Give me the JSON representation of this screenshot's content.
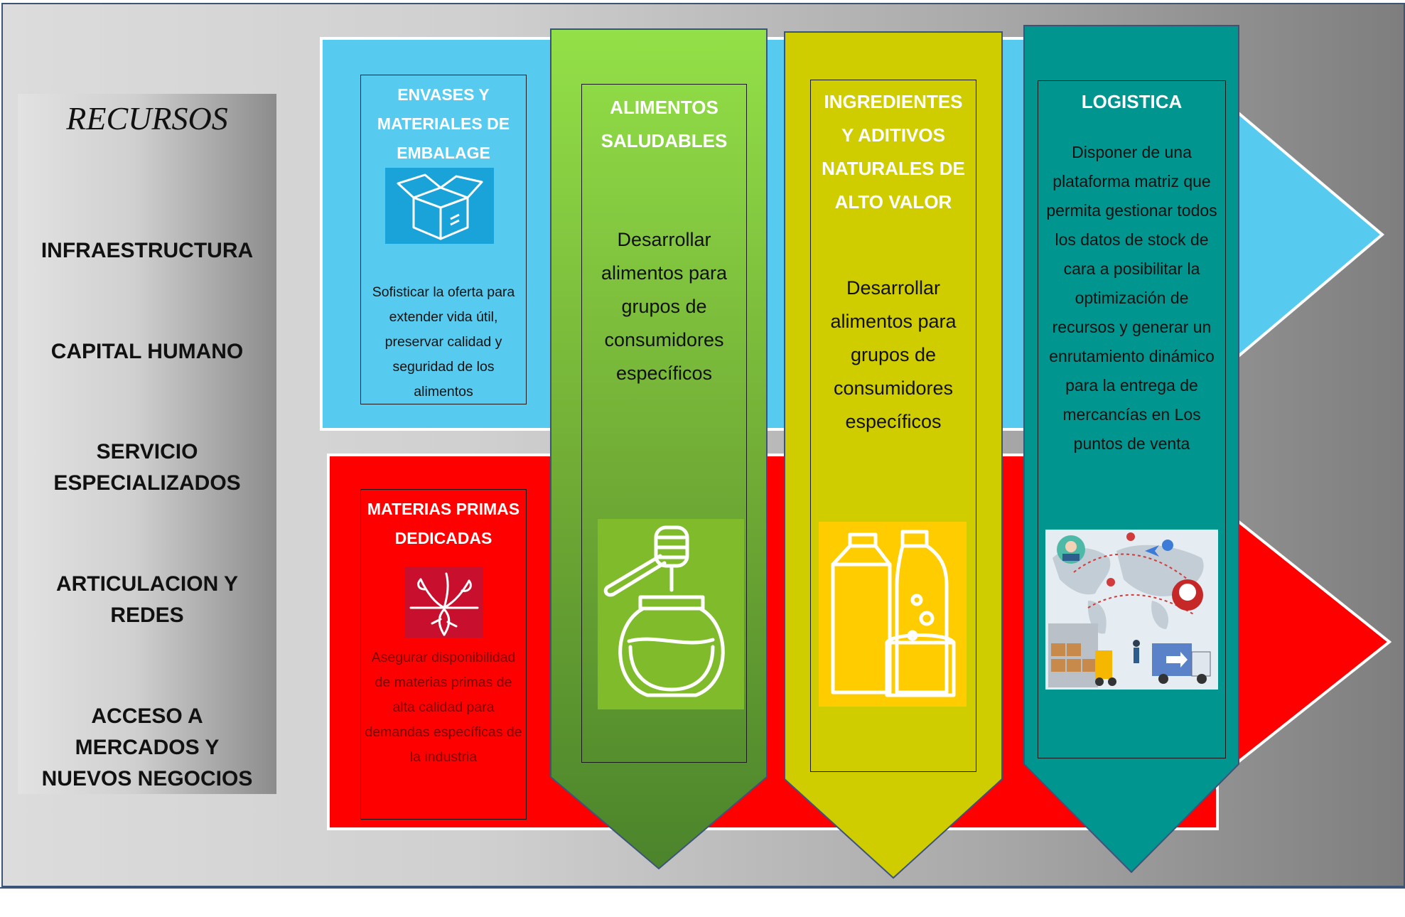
{
  "resources": {
    "title": "RECURSOS",
    "items": [
      "INFRAESTRUCTURA",
      "CAPITAL HUMANO",
      "SERVICIO\nESPECIALIZADOS",
      "ARTICULACION Y\nREDES",
      "ACCESO A\nMERCADOS Y\nNUEVOS NEGOCIOS"
    ]
  },
  "packaging": {
    "title": "ENVASES Y MATERIALES DE EMBALAGE",
    "text": "Sofisticar la oferta para extender vida útil, preservar calidad y seguridad de los alimentos"
  },
  "raw_materials": {
    "title": "MATERIAS PRIMAS DEDICADAS",
    "text": "Asegurar disponibilidad de materias primas de alta calidad para demandas específicas de la industria"
  },
  "healthy_food": {
    "title": "ALIMENTOS SALUDABLES",
    "text": "Desarrollar alimentos para grupos de consumidores específicos"
  },
  "ingredients": {
    "title": "INGREDIENTES Y ADITIVOS NATURALES DE ALTO VALOR",
    "text": "Desarrollar alimentos para grupos de consumidores específicos"
  },
  "logistics": {
    "title": "LOGISTICA",
    "text": "Disponer de una plataforma matriz que permita gestionar todos los datos de stock de cara a posibilitar la optimización de recursos y generar un enrutamiento dinámico para la entrega de mercancías en Los puntos de venta"
  },
  "colors": {
    "blue_arrow": "#56cbef",
    "red_arrow": "#ff0000",
    "green_top": "#92e04a",
    "green_bottom": "#4d8a2c",
    "yellow": "#cfcc00",
    "teal": "#00968f"
  },
  "icons": [
    "open-box-icon",
    "beet-plant-icon",
    "honey-pot-icon",
    "bottles-icon",
    "logistics-map-icon"
  ]
}
